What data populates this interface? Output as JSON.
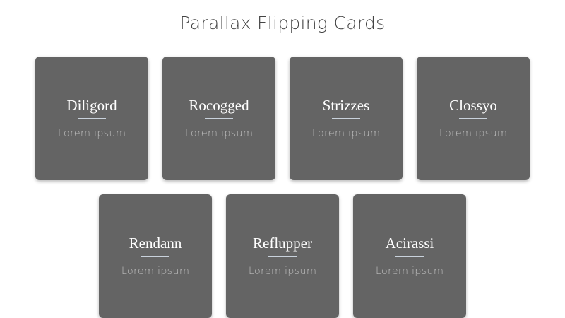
{
  "page": {
    "title": "Parallax Flipping Cards"
  },
  "colors": {
    "card_background": "#646464",
    "card_title": "#ffffff",
    "card_subtitle": "#bdbdbd",
    "divider": "#c9d2dc",
    "page_title": "#444444",
    "page_background": "#ffffff"
  },
  "cards": [
    {
      "title": "Diligord",
      "subtitle": "Lorem ipsum"
    },
    {
      "title": "Rocogged",
      "subtitle": "Lorem ipsum"
    },
    {
      "title": "Strizzes",
      "subtitle": "Lorem ipsum"
    },
    {
      "title": "Clossyo",
      "subtitle": "Lorem ipsum"
    },
    {
      "title": "Rendann",
      "subtitle": "Lorem ipsum"
    },
    {
      "title": "Reflupper",
      "subtitle": "Lorem ipsum"
    },
    {
      "title": "Acirassi",
      "subtitle": "Lorem ipsum"
    }
  ]
}
